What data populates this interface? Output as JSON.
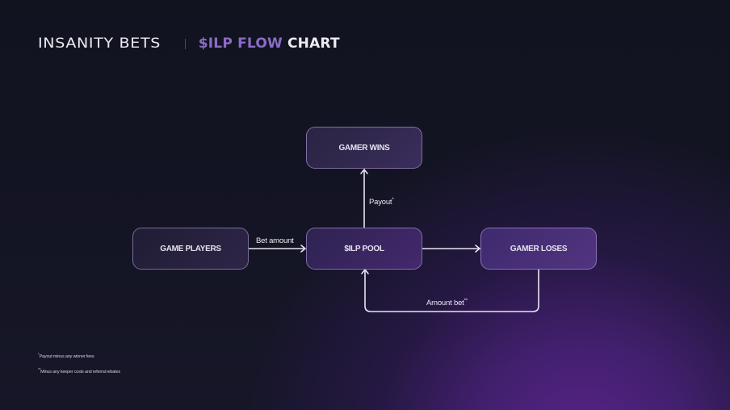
{
  "header": {
    "brand": "INSANITY BETS",
    "title_accent": "$ILP FLOW",
    "title_rest": "CHART"
  },
  "colors": {
    "accent": "#8b6cc7",
    "background_dark": "#11131f",
    "background_glow": "#58248c",
    "line": "#e8e4f2"
  },
  "nodes": {
    "gamer_wins": "GAMER WINS",
    "game_players": "GAME PLAYERS",
    "ilp_pool": "$ILP POOL",
    "gamer_loses": "GAMER LOSES"
  },
  "edges": {
    "payout": {
      "label": "Payout",
      "mark": "*",
      "from": "$ILP POOL",
      "to": "GAMER WINS"
    },
    "bet_amount": {
      "label": "Bet amount",
      "mark": "",
      "from": "GAME PLAYERS",
      "to": "$ILP POOL"
    },
    "pool_to_loses": {
      "label": "",
      "from": "$ILP POOL",
      "to": "GAMER LOSES"
    },
    "amount_bet": {
      "label": "Amount bet",
      "mark": "**",
      "from": "GAMER LOSES",
      "to": "$ILP POOL"
    }
  },
  "footnotes": [
    {
      "mark": "*",
      "text": "Payout minus any winner fees"
    },
    {
      "mark": "**",
      "text": "Minus any keeper costs and referral rebates"
    }
  ]
}
